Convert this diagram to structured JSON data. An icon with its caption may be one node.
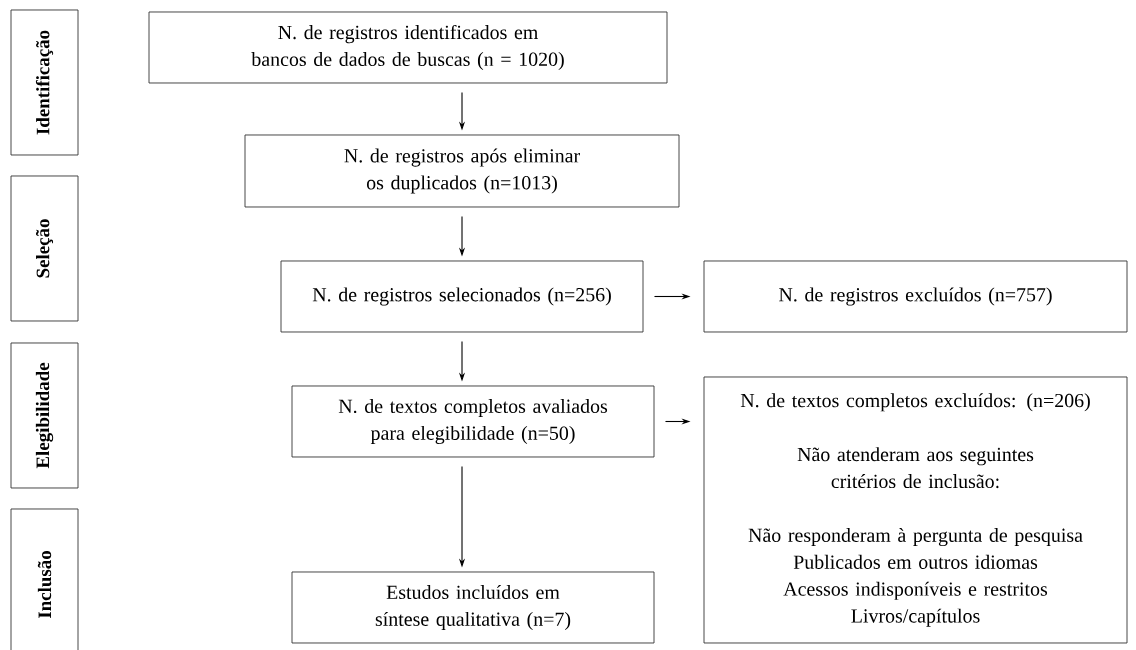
{
  "diagram": {
    "nodes": [
      {
        "text": [
          "Identificação"
        ]
      },
      {
        "text": [
          "Seleção"
        ]
      },
      {
        "text": [
          "Elegibilidade"
        ]
      },
      {
        "text": [
          "Inclusão"
        ]
      },
      {
        "text": [
          "N. de registros identificados em bancos de dados de buscas (n = 1020)"
        ]
      },
      {
        "text": [
          "N. de registros após eliminar os duplicados (n=1013)"
        ]
      },
      {
        "text": [
          "N. de registros selecionados (n=256)"
        ]
      },
      {
        "text": [
          "N. de registros excluídos (n=757)"
        ]
      },
      {
        "text": [
          "N. de textos completos avaliados para elegibilidade (n=50)"
        ]
      },
      {
        "text": [
          "N. de textos completos excluídos: (n=206)",
          "Não atenderam aos seguintes critérios de inclusão:",
          "Não responderam à pergunta de pesquisa",
          "Publicados em outros idiomas",
          "Acessos indisponíveis e restritos",
          "Livros/capítulos"
        ]
      },
      {
        "text": [
          "Estudos incluídos em síntese qualitativa (n=7)"
        ]
      }
    ],
    "edges": [
      {
        "from": 4,
        "to": 5,
        "arrow": "to"
      },
      {
        "from": 5,
        "to": 6,
        "arrow": "to"
      },
      {
        "from": 6,
        "to": 7,
        "arrow": "to"
      },
      {
        "from": 6,
        "to": 8,
        "arrow": "to"
      },
      {
        "from": 8,
        "to": 9,
        "arrow": "to"
      },
      {
        "from": 8,
        "to": 10,
        "arrow": "to"
      }
    ]
  }
}
